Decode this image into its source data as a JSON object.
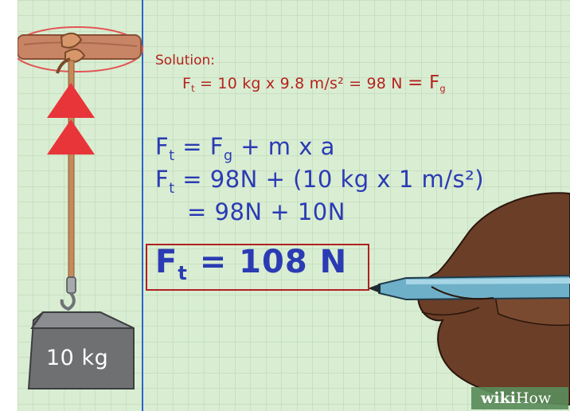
{
  "solution": {
    "heading": "Solution:",
    "given_eq": {
      "symbol": "F",
      "sub": "t",
      "expression": " = 10 kg x 9.8 m/s² = 98 N ",
      "equals": "= F",
      "result_sub": "g"
    }
  },
  "work": {
    "line1": {
      "symbol": "F",
      "sub": "t",
      "rest_a": " = F",
      "sub_g": "g",
      "rest_b": " + m x a"
    },
    "line2": {
      "symbol": "F",
      "sub": "t",
      "rest": " = 98N + (10 kg x 1 m/s²)"
    },
    "line3": {
      "text": "= 98N + 10N"
    }
  },
  "answer": {
    "symbol": "F",
    "sub": "t",
    "rest": " = 108 N"
  },
  "weight": {
    "label": "10 kg"
  },
  "watermark": {
    "part1": "wiki",
    "part2": "How"
  },
  "colors": {
    "paper": "#d9edd2",
    "grid": "#b7d4b0",
    "margin_line": "#2e64c8",
    "red_text": "#b5231f",
    "blue_text": "#2b3bb4",
    "arrow_red": "#e8353a",
    "rope": "#c68a5a",
    "weight_gray": "#6e7072"
  }
}
